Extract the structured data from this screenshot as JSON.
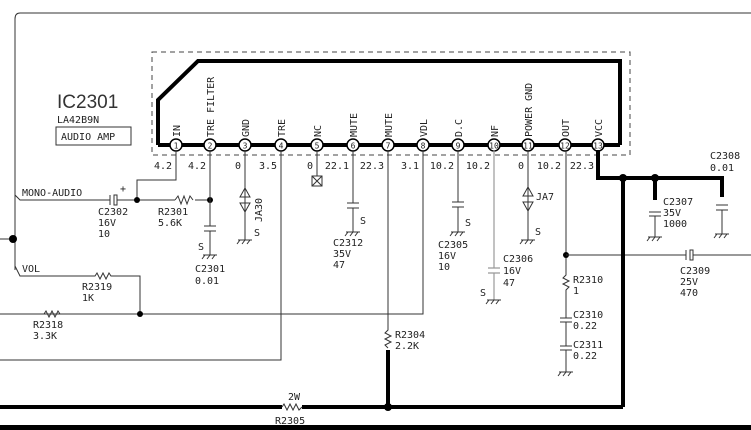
{
  "ic": {
    "ref": "IC2301",
    "part": "LA42B9N",
    "function": "AUDIO AMP"
  },
  "pins": [
    {
      "num": "1",
      "name": "IN",
      "voltage": "4.2"
    },
    {
      "num": "2",
      "name": "TRE FILTER",
      "voltage": "4.2"
    },
    {
      "num": "3",
      "name": "GND",
      "voltage": "0"
    },
    {
      "num": "4",
      "name": "TRE",
      "voltage": "3.5"
    },
    {
      "num": "5",
      "name": "NC",
      "voltage": "0"
    },
    {
      "num": "6",
      "name": "MUTE",
      "voltage": "22.1"
    },
    {
      "num": "7",
      "name": "MUTE",
      "voltage": "22.3"
    },
    {
      "num": "8",
      "name": "VDL",
      "voltage": "3.1"
    },
    {
      "num": "9",
      "name": "D.C",
      "voltage": "10.2"
    },
    {
      "num": "10",
      "name": "NF",
      "voltage": "10.2"
    },
    {
      "num": "11",
      "name": "POWER GND",
      "voltage": "0"
    },
    {
      "num": "12",
      "name": "OUT",
      "voltage": "10.2"
    },
    {
      "num": "13",
      "name": "VCC",
      "voltage": "22.3"
    }
  ],
  "nets": {
    "mono_audio": "MONO-AUDIO",
    "vol": "VOL",
    "ground": "S"
  },
  "components": {
    "c2302": [
      "C2302",
      "16V",
      "10"
    ],
    "r2301": [
      "R2301",
      "5.6K"
    ],
    "c2301": [
      "C2301",
      "0.01"
    ],
    "ja30": [
      "JA30"
    ],
    "c2312": [
      "C2312",
      "35V",
      "47"
    ],
    "c2305": [
      "C2305",
      "16V",
      "10"
    ],
    "c2306": [
      "C2306",
      "16V",
      "47"
    ],
    "ja7": [
      "JA7"
    ],
    "c2307": [
      "C2307",
      "35V",
      "1000"
    ],
    "c2308": [
      "C2308",
      "0.01"
    ],
    "c2309": [
      "C2309",
      "25V",
      "470"
    ],
    "r2310": [
      "R2310",
      "1"
    ],
    "c2310": [
      "C2310",
      "0.22"
    ],
    "c2311": [
      "C2311",
      "0.22"
    ],
    "r2319": [
      "R2319",
      "1K"
    ],
    "r2318": [
      "R2318",
      "3.3K"
    ],
    "r2304": [
      "R2304",
      "2.2K"
    ],
    "r2305": [
      "R2305",
      "2W"
    ]
  }
}
